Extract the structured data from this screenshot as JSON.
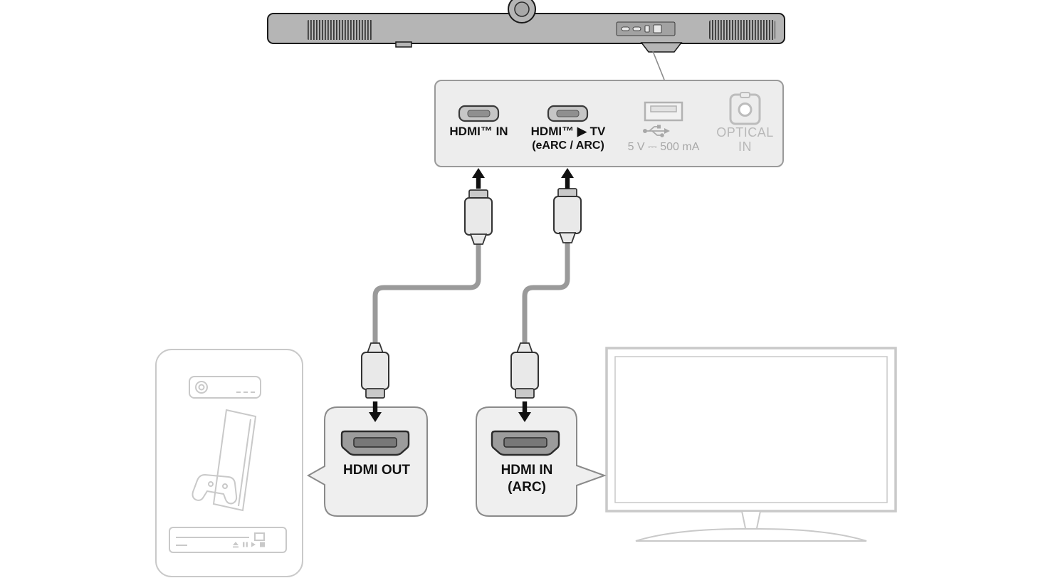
{
  "diagram": {
    "type": "soundbar-hdmi-connection-diagram",
    "soundbar_rear_panel": {
      "ports": [
        {
          "id": "hdmi_in",
          "label": "HDMI™ IN"
        },
        {
          "id": "hdmi_out_to_tv",
          "label": "HDMI™ ▶ TV",
          "sublabel": "(eARC / ARC)"
        },
        {
          "id": "usb",
          "label": "5 V ⎓ 500 mA"
        },
        {
          "id": "optical_in",
          "label_line1": "OPTICAL",
          "label_line2": "IN"
        }
      ]
    },
    "source_device_callout": {
      "label": "HDMI OUT"
    },
    "tv_callout": {
      "label_line1": "HDMI IN",
      "label_line2": "(ARC)"
    },
    "colors": {
      "soundbar_gray": "#b5b5b5",
      "panel_fill": "#ededed",
      "cable_gray": "#9a9a9a",
      "muted_label": "#a8a8a8",
      "device_outline": "#c9c9c9",
      "text_black": "#111111"
    }
  }
}
